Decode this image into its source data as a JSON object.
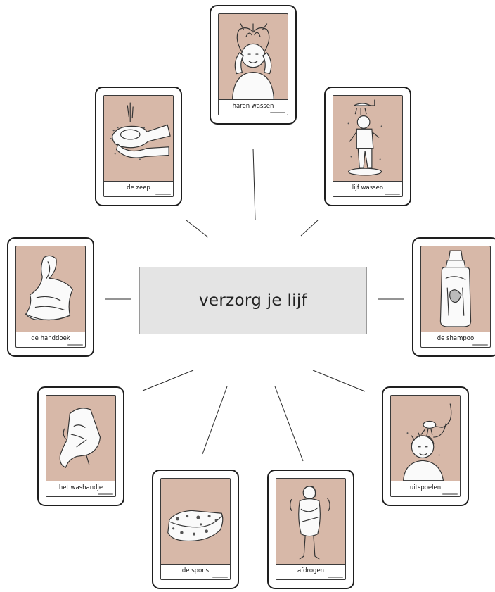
{
  "center": {
    "title": "verzorg je lijf"
  },
  "cards": [
    {
      "label": "haren wassen",
      "icon": "hair-washing-icon"
    },
    {
      "label": "de zeep",
      "icon": "soap-hands-icon"
    },
    {
      "label": "lijf wassen",
      "icon": "shower-body-icon"
    },
    {
      "label": "de handdoek",
      "icon": "towel-icon"
    },
    {
      "label": "de shampoo",
      "icon": "shampoo-bottle-icon"
    },
    {
      "label": "het washandje",
      "icon": "washcloth-icon"
    },
    {
      "label": "uitspoelen",
      "icon": "rinse-hair-icon"
    },
    {
      "label": "de spons",
      "icon": "sponge-icon"
    },
    {
      "label": "afdrogen",
      "icon": "drying-off-icon"
    }
  ],
  "colors": {
    "picture_bg": "#d7b8a8",
    "center_bg": "#e4e4e4",
    "card_border": "#1e1e1e"
  }
}
